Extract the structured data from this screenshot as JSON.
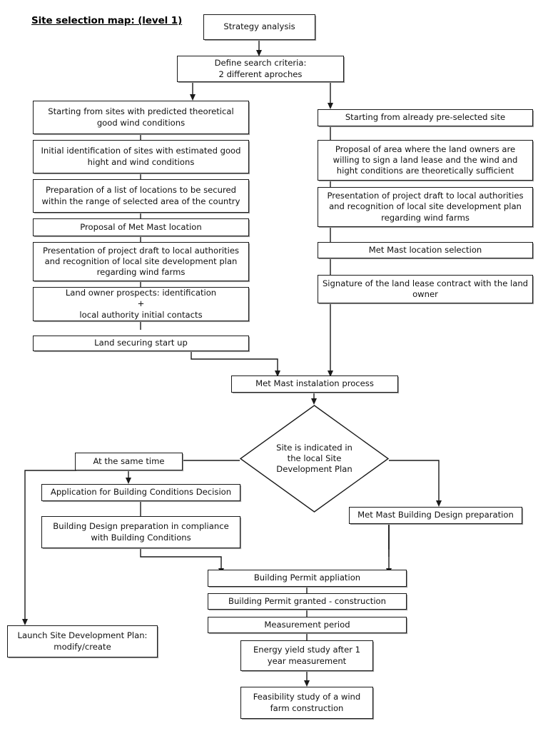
{
  "diagram": {
    "title": "Site selection map: (level 1)",
    "type": "flowchart",
    "nodes": {
      "strategy_analysis": "Strategy analysis",
      "define_search_criteria": "Define search criteria:\n2 different aproches",
      "left_1": "Starting from sites with predicted theoretical good wind conditions",
      "left_2": "Initial identification of sites with estimated good hight and wind conditions",
      "left_3": "Preparation of a list of locations to be secured within the range of selected area of the country",
      "left_4": "Proposal of Met Mast location",
      "left_5": "Presentation of project draft to local authorities and recognition of local site development plan regarding wind farms",
      "left_6": "Land owner prospects: identification\n+\nlocal authority initial contacts",
      "left_7": "Land securing start up",
      "right_1": "Starting from already pre-selected site",
      "right_2": "Proposal of area where the land owners are willing to sign a land lease and the wind and hight conditions are theoretically sufficient",
      "right_3": "Presentation of project draft to local authorities and recognition of local site development plan regarding wind farms",
      "right_4": "Met Mast location selection",
      "right_5": "Signature of the land lease contract with the land owner",
      "met_mast_installation": "Met Mast instalation process",
      "decision": "Site is indicated in the local Site Development Plan",
      "at_the_same_time": "At the same time",
      "application_building_conditions": "Application for Building Conditions Decision",
      "building_design_prep": "Building Design preparation in compliance with Building Conditions",
      "launch_site_dev_plan": "Launch Site Development Plan:\nmodify/create",
      "met_mast_building_design": "Met Mast Building Design preparation",
      "building_permit_application": "Building Permit appliation",
      "building_permit_granted": "Building Permit granted - construction",
      "measurement_period": "Measurement period",
      "energy_yield_study": "Energy yield study after 1 year measurement",
      "feasibility_study": "Feasibility study of a wind farm construction"
    },
    "colors": {
      "background": "#ffffff",
      "node_fill": "#ffffff",
      "node_border": "#1a1a1a",
      "connector": "#1a1a1a",
      "text": "#111111"
    }
  }
}
